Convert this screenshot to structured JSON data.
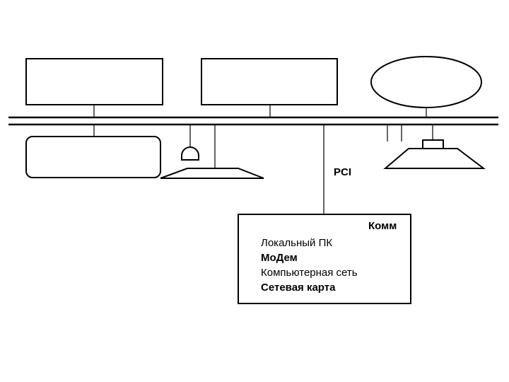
{
  "bus": {
    "label": "PCI"
  },
  "comm_box": {
    "title": "Комм",
    "items": [
      "Локальный ПК",
      "МоДем",
      "Компьютерная сеть",
      "Сетевая карта"
    ]
  },
  "colors": {
    "stroke": "#000000",
    "background": "#ffffff"
  }
}
